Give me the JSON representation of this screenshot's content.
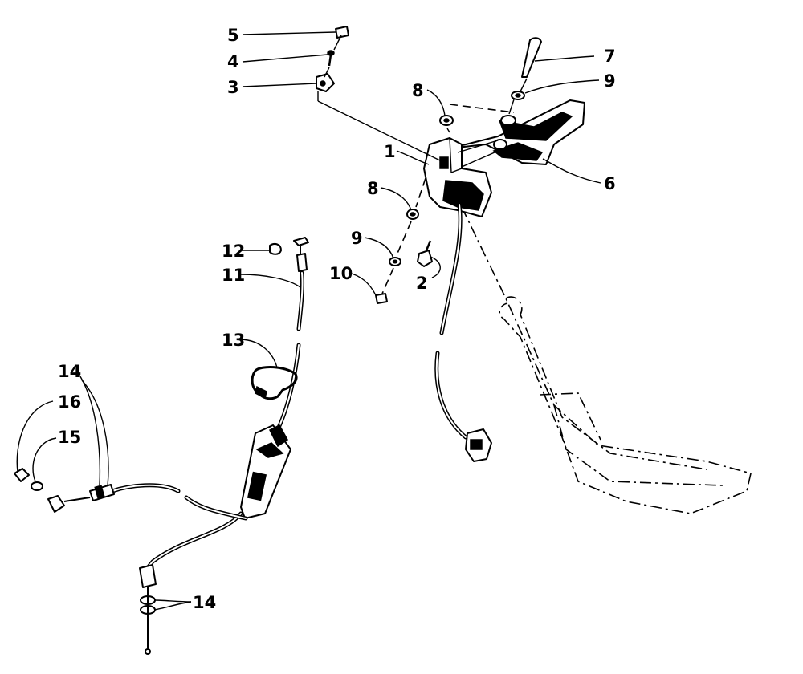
{
  "callouts": {
    "c1": "1",
    "c2": "2",
    "c3": "3",
    "c4": "4",
    "c5": "5",
    "c6": "6",
    "c7": "7",
    "c8a": "8",
    "c8b": "8",
    "c9a": "9",
    "c9b": "9",
    "c10": "10",
    "c11": "11",
    "c12": "12",
    "c13": "13",
    "c14a": "14",
    "c14b": "14",
    "c15": "15",
    "c16": "16"
  }
}
